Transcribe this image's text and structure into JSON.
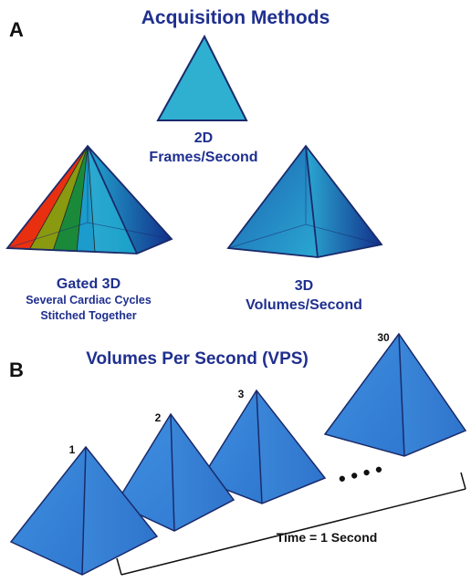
{
  "panel_a": {
    "letter": "A",
    "title": "Acquisition Methods",
    "twod": {
      "line1": "2D",
      "line2": "Frames/Second"
    },
    "gated": {
      "line1": "Gated 3D",
      "line2": "Several Cardiac Cycles",
      "line3": "Stitched Together"
    },
    "threed": {
      "line1": "3D",
      "line2": "Volumes/Second"
    }
  },
  "panel_b": {
    "letter": "B",
    "title": "Volumes Per Second (VPS)",
    "volume_labels": [
      "1",
      "2",
      "3",
      "30"
    ],
    "ellipsis": "• • • •",
    "time_label": "Time = 1 Second"
  },
  "colors": {
    "title_navy": "#1f2f8f",
    "triangle_teal": "#2fb0d0",
    "pyramid_blue": "#3a86d8",
    "stripe_red": "#e83010",
    "stripe_olive": "#8a9a10",
    "stripe_green": "#1a8a3a"
  }
}
